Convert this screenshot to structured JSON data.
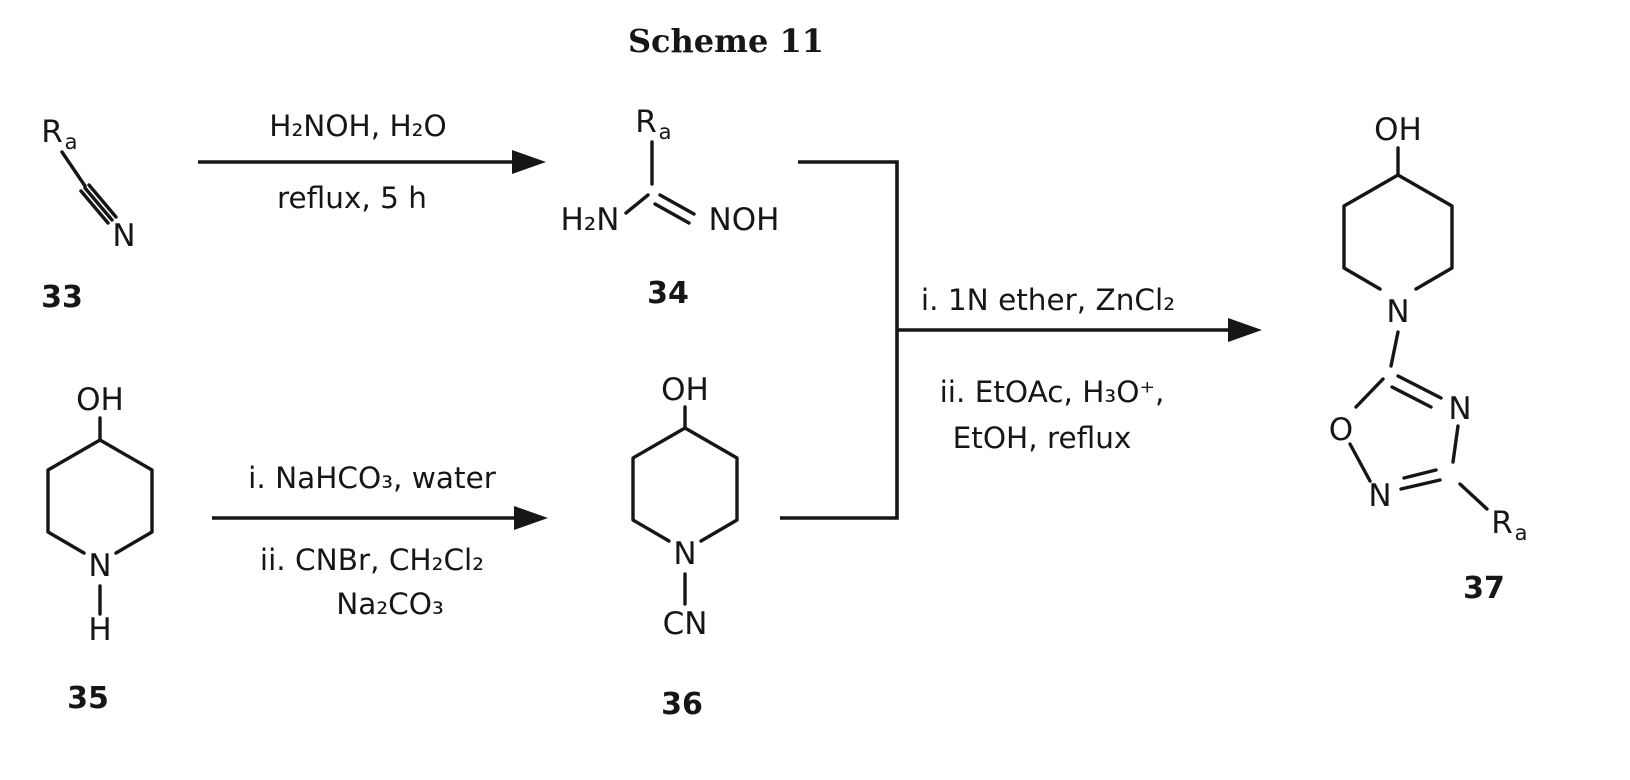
{
  "title": "Scheme 11",
  "colors": {
    "ink": "#161616",
    "paper": "#ffffff"
  },
  "compound33": {
    "r_main": "R",
    "r_sub": "a",
    "n": "N",
    "num": "33"
  },
  "compound34": {
    "r_main": "R",
    "r_sub": "a",
    "h2n": "H₂N",
    "noh": "NOH",
    "num": "34"
  },
  "compound35": {
    "oh": "OH",
    "n": "N",
    "h": "H",
    "num": "35"
  },
  "compound36": {
    "oh": "OH",
    "n": "N",
    "cn": "CN",
    "num": "36"
  },
  "compound37": {
    "oh": "OH",
    "ring_n": "N",
    "ox_o": "O",
    "ox_n_right": "N",
    "ox_n_bottom": "N",
    "r_main": "R",
    "r_sub": "a",
    "num": "37"
  },
  "arrow1": {
    "above": "H₂NOH, H₂O",
    "below": "reflux, 5 h"
  },
  "arrow2": {
    "above": "i. NaHCO₃, water",
    "below1": "ii. CNBr, CH₂Cl₂",
    "below2": "Na₂CO₃"
  },
  "arrow3": {
    "above": "i. 1N ether, ZnCl₂",
    "below1": "ii. EtOAc, H₃O⁺,",
    "below2": "EtOH, reflux"
  }
}
